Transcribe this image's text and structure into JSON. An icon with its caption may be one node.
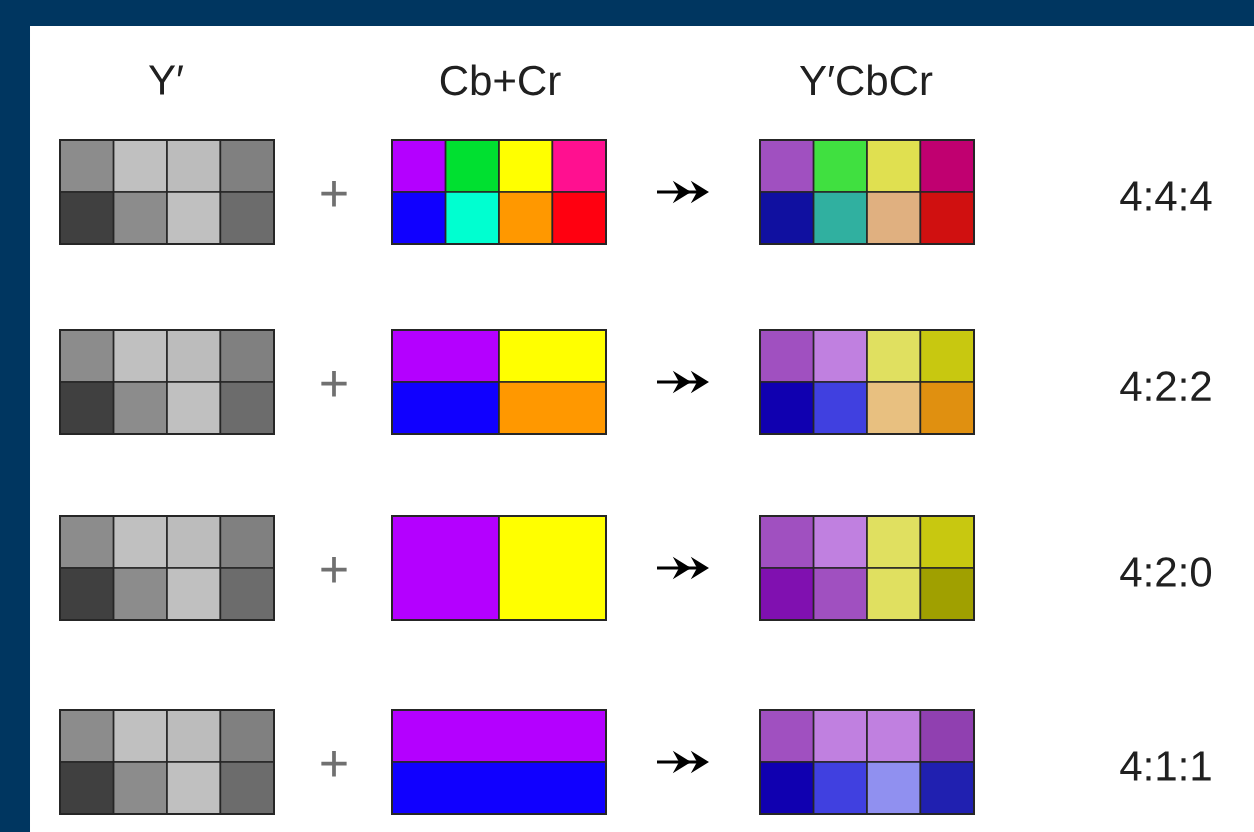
{
  "diagram": {
    "nodes": [
      {
        "text": [],
        "shape": "box"
      },
      {
        "text": [],
        "shape": "box"
      },
      {
        "text": [],
        "shape": "box"
      },
      {
        "text": [],
        "shape": "box"
      },
      {
        "text": [],
        "shape": "box"
      },
      {
        "text": [],
        "shape": "box"
      },
      {
        "text": [],
        "shape": "box"
      },
      {
        "text": [],
        "shape": "box"
      },
      {
        "text": [],
        "shape": "box"
      },
      {
        "text": [],
        "shape": "box"
      },
      {
        "text": [],
        "shape": "box"
      },
      {
        "text": [],
        "shape": "box"
      }
    ],
    "edges": [
      {
        "from": 1,
        "to": 2,
        "arrow": "to"
      },
      {
        "from": 4,
        "to": 5,
        "arrow": "to"
      },
      {
        "from": 7,
        "to": 8,
        "arrow": "to"
      },
      {
        "from": 10,
        "to": 11,
        "arrow": "to"
      }
    ],
    "labels": [
      "Y′",
      "Cb+Cr",
      "Y′CbCr",
      "+",
      "4:4:4",
      "+",
      "4:2:2",
      "+",
      "4:2:0",
      "+",
      "4:1:1"
    ]
  }
}
